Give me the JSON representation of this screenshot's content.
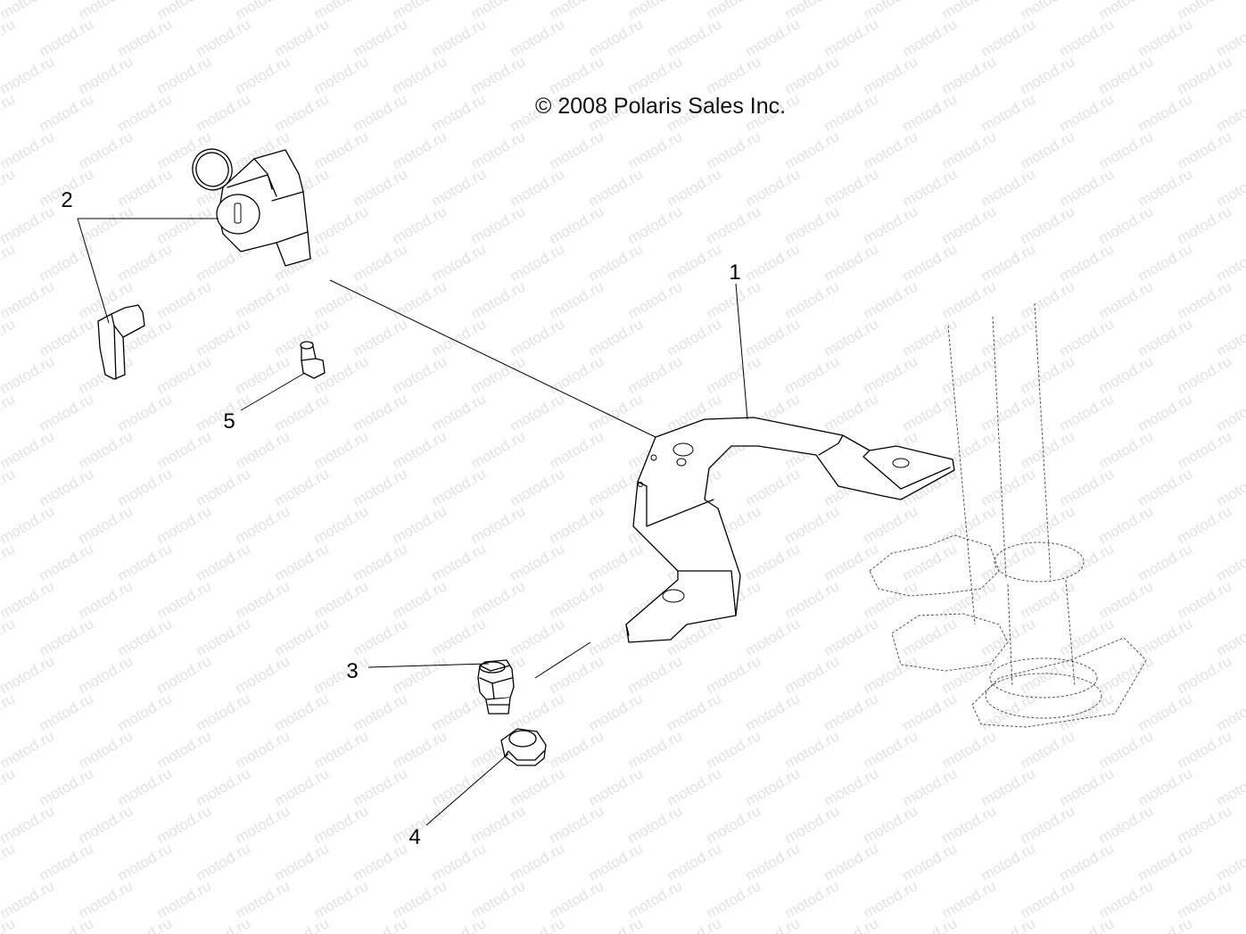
{
  "copyright": "© 2008 Polaris Sales Inc.",
  "watermark": "motod.ru",
  "callouts": {
    "bracket": "1",
    "switch": "2",
    "bolt": "3",
    "nut": "4",
    "pin": "5"
  }
}
